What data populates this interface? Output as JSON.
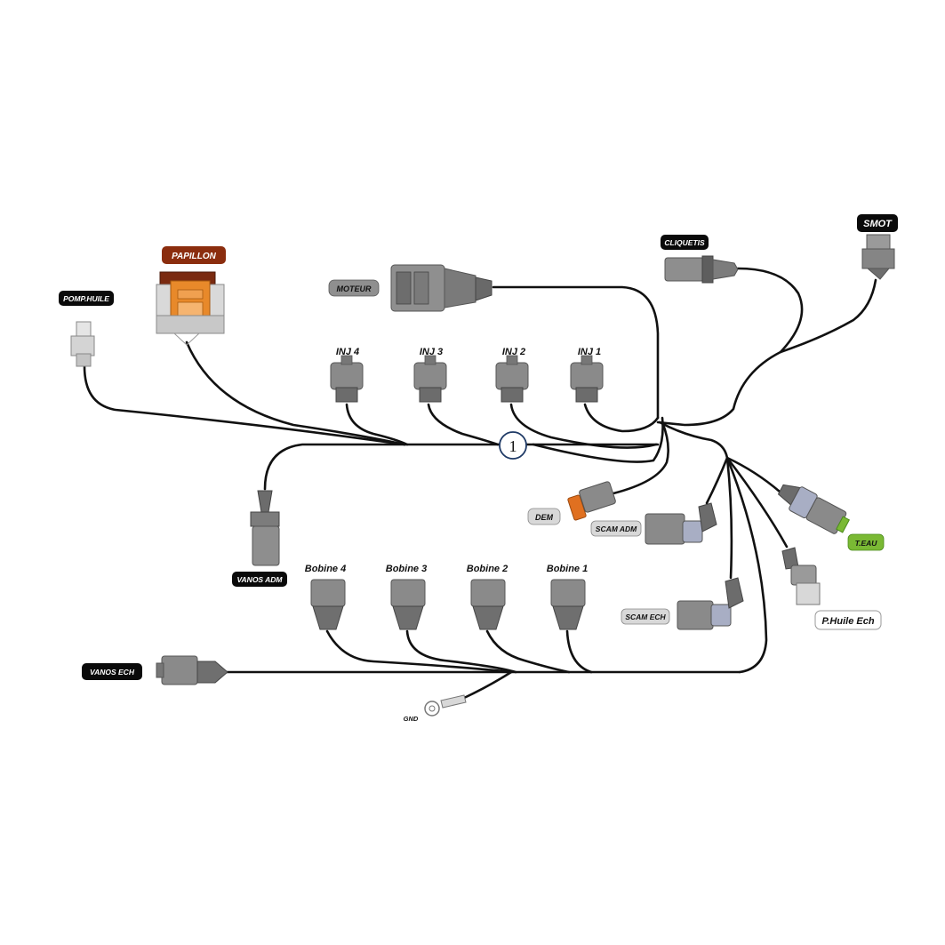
{
  "labels": {
    "papillon": "PAPILLON",
    "pomp_huile": "POMP.HUILE",
    "moteur": "MOTEUR",
    "cliquetis": "CLIQUETIS",
    "smot": "SMOT",
    "inj4": "INJ 4",
    "inj3": "INJ 3",
    "inj2": "INJ 2",
    "inj1": "INJ 1",
    "junction": "1",
    "dem": "DEM",
    "scam_adm": "SCAM ADM",
    "scam_ech": "SCAM ECH",
    "t_eau": "T.EAU",
    "p_huile_ech": "P.Huile Ech",
    "vanos_adm": "VANOS ADM",
    "bobine4": "Bobine 4",
    "bobine3": "Bobine 3",
    "bobine2": "Bobine 2",
    "bobine1": "Bobine 1",
    "vanos_ech": "VANOS ECH",
    "gnd": "GND"
  },
  "colors": {
    "wire": "#111111",
    "label_dark": "#0a0a0a",
    "label_gray": "#8f8f8f",
    "label_light": "#d8d8d8",
    "papillon_label": "#8b2d0e",
    "papillon_body": "#e8892a",
    "t_eau_label": "#7ab934",
    "connector_gray": "#6c6c6c",
    "connector_light": "#bdbdbd"
  }
}
